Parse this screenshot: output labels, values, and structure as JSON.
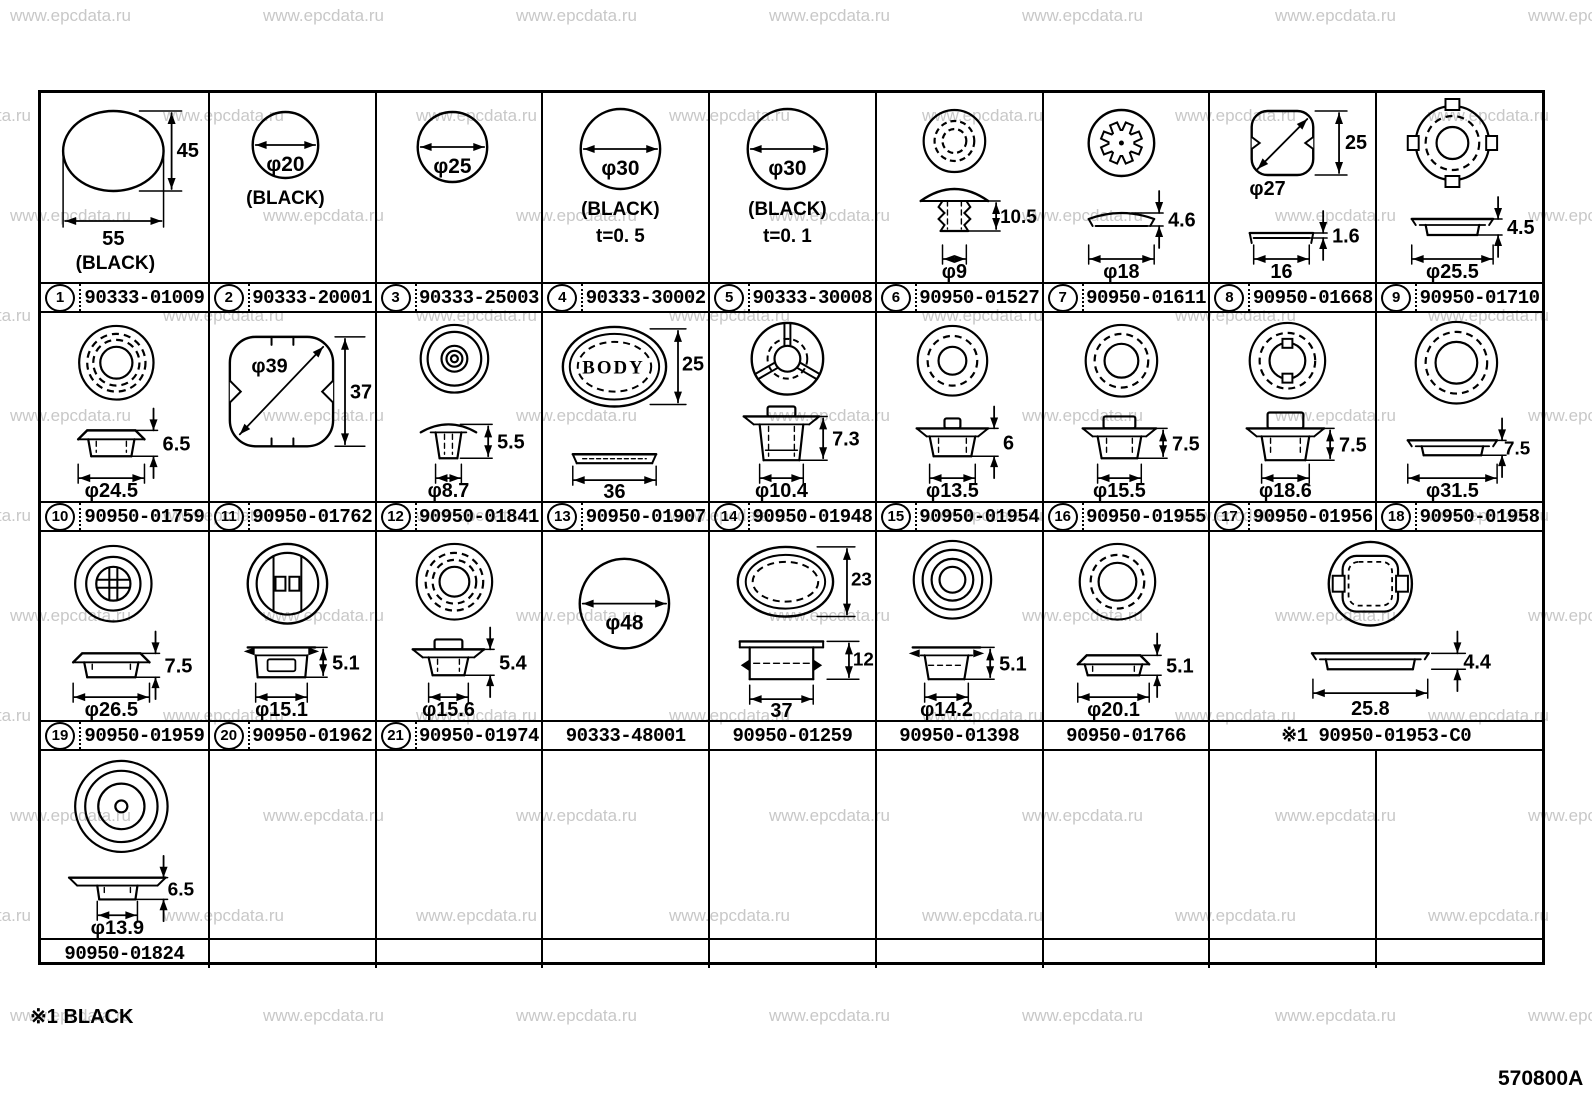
{
  "watermark": {
    "text": "www.epcdata.ru"
  },
  "footnote": "※1 BLACK",
  "doc_number": "570800A",
  "table": {
    "rows": [
      {
        "kind": "figures",
        "cells": [
          {
            "shape": "oval",
            "top_w": "55",
            "top_h": "45",
            "notes": [
              "(BLACK)"
            ]
          },
          {
            "shape": "c20",
            "dia": "φ20",
            "notes": [
              "(BLACK)"
            ]
          },
          {
            "shape": "c25",
            "dia": "φ25"
          },
          {
            "shape": "c30",
            "dia": "φ30",
            "notes": [
              "(BLACK)",
              "t=0. 5"
            ]
          },
          {
            "shape": "c30",
            "dia": "φ30",
            "notes": [
              "(BLACK)",
              "t=0. 1"
            ]
          },
          {
            "shape": "rings2dash",
            "side": "mushroom",
            "side_h": "10.5",
            "side_w": "φ9"
          },
          {
            "shape": "gear",
            "side": "flatlens",
            "side_h": "4.6",
            "side_w": "φ18"
          },
          {
            "shape": "clipsq",
            "dia": "φ27",
            "top_h": "25",
            "side": "thinbar",
            "side_h": "1.6",
            "side_w": "16"
          },
          {
            "shape": "tabring",
            "side": "wideflat9",
            "side_h": "4.5",
            "side_w": "φ25.5"
          }
        ]
      },
      {
        "kind": "labels",
        "cells": [
          {
            "num": "1",
            "part": "90333-01009"
          },
          {
            "num": "2",
            "part": "90333-20001"
          },
          {
            "num": "3",
            "part": "90333-25003"
          },
          {
            "num": "4",
            "part": "90333-30002"
          },
          {
            "num": "5",
            "part": "90333-30008"
          },
          {
            "num": "6",
            "part": "90950-01527"
          },
          {
            "num": "7",
            "part": "90950-01611"
          },
          {
            "num": "8",
            "part": "90950-01668"
          },
          {
            "num": "9",
            "part": "90950-01710"
          }
        ]
      },
      {
        "kind": "figures",
        "cells": [
          {
            "shape": "rings4",
            "side": "lowcap10",
            "side_h": "6.5",
            "side_w": "φ24.5"
          },
          {
            "shape": "clipsq39",
            "dia": "φ39",
            "top_h": "37"
          },
          {
            "shape": "ringsnip",
            "side": "hatdome",
            "side_h": "5.5",
            "side_w": "φ8.7"
          },
          {
            "shape": "body",
            "label": "BODY",
            "top_h": "25",
            "side": "bar",
            "side_w": "36"
          },
          {
            "shape": "spokes",
            "side": "hatplug",
            "side_h": "7.3",
            "side_w": "φ10.4"
          },
          {
            "shape": "rings15",
            "side": "hat15",
            "side_h": "6",
            "side_w": "φ13.5"
          },
          {
            "shape": "rings16",
            "side": "hatnub16",
            "side_h": "7.5",
            "side_w": "φ15.5"
          },
          {
            "shape": "keyring",
            "side": "hatnub17",
            "side_h": "7.5",
            "side_w": "φ18.6"
          },
          {
            "shape": "rings18",
            "side": "wideflat18",
            "side_h": "7.5",
            "side_w": "φ31.5"
          }
        ]
      },
      {
        "kind": "labels",
        "cells": [
          {
            "num": "10",
            "part": "90950-01759"
          },
          {
            "num": "11",
            "part": "90950-01762"
          },
          {
            "num": "12",
            "part": "90950-01841"
          },
          {
            "num": "13",
            "part": "90950-01907"
          },
          {
            "num": "14",
            "part": "90950-01948"
          },
          {
            "num": "15",
            "part": "90950-01954"
          },
          {
            "num": "16",
            "part": "90950-01955"
          },
          {
            "num": "17",
            "part": "90950-01956"
          },
          {
            "num": "18",
            "part": "90950-01958"
          }
        ]
      },
      {
        "kind": "figures",
        "cells": [
          {
            "shape": "cross",
            "side": "lowcap19",
            "side_h": "7.5",
            "side_w": "φ26.5"
          },
          {
            "shape": "band",
            "side": "clipside",
            "side_h": "5.1",
            "side_w": "φ15.1"
          },
          {
            "shape": "rings21",
            "side": "hatnub21",
            "side_h": "5.4",
            "side_w": "φ15.6"
          },
          {
            "shape": "c48",
            "dia": "φ48"
          },
          {
            "shape": "ovalring",
            "top_h": "23",
            "side": "plug",
            "side_h": "12",
            "side_w": "37"
          },
          {
            "shape": "rings24",
            "side": "wingplug",
            "side_h": "5.1",
            "side_w": "φ14.2"
          },
          {
            "shape": "rings25",
            "side": "lowcap25",
            "side_h": "5.1",
            "side_w": "φ20.1"
          },
          {
            "shape": "sqcenter",
            "side": "wideflat26",
            "side_h": "4.4",
            "side_w": "25.8",
            "span": 2
          }
        ]
      },
      {
        "kind": "labels",
        "cells": [
          {
            "num": "19",
            "part": "90950-01959"
          },
          {
            "num": "20",
            "part": "90950-01962"
          },
          {
            "num": "21",
            "part": "90950-01974"
          },
          {
            "part": "90333-48001"
          },
          {
            "part": "90950-01259"
          },
          {
            "part": "90950-01398"
          },
          {
            "part": "90950-01766"
          },
          {
            "part": "※1 90950-01953-C0",
            "span": 2
          }
        ]
      },
      {
        "kind": "figures",
        "cells": [
          {
            "shape": "ringsdot",
            "side": "hatwide",
            "side_h": "6.5",
            "side_w": "φ13.9"
          },
          {},
          {},
          {},
          {},
          {},
          {},
          {},
          {}
        ]
      },
      {
        "kind": "labels",
        "cells": [
          {
            "part": "90950-01824"
          },
          {},
          {},
          {},
          {},
          {},
          {},
          {},
          {}
        ]
      }
    ]
  }
}
